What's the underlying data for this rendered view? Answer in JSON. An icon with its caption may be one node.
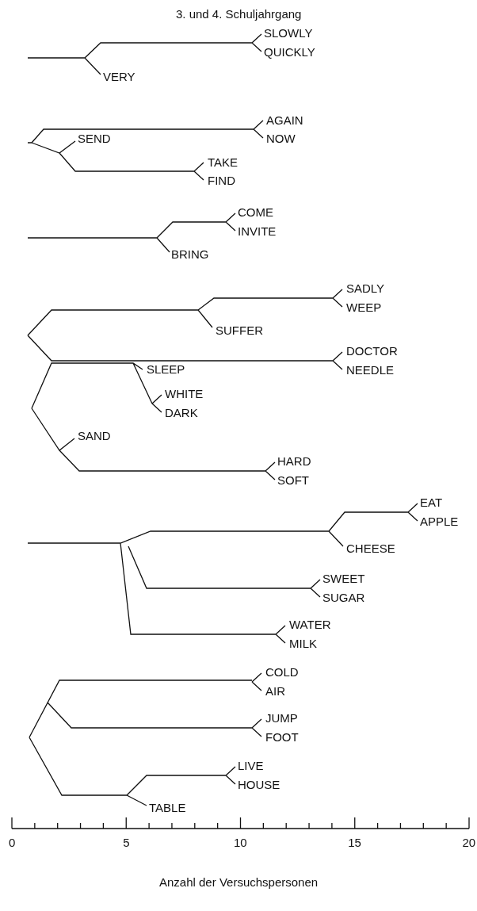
{
  "diagram": {
    "title": "3. und 4. Schuljahrgang",
    "labels": [
      "SLOWLY",
      "QUICKLY",
      "VERY",
      "AGAIN",
      "SEND",
      "NOW",
      "TAKE",
      "FIND",
      "COME",
      "INVITE",
      "BRING",
      "SADLY",
      "WEEP",
      "SUFFER",
      "DOCTOR",
      "SLEEP",
      "NEEDLE",
      "WHITE",
      "DARK",
      "SAND",
      "HARD",
      "SOFT",
      "EAT",
      "APPLE",
      "CHEESE",
      "SWEET",
      "SUGAR",
      "WATER",
      "MILK",
      "COLD",
      "AIR",
      "JUMP",
      "FOOT",
      "LIVE",
      "HOUSE",
      "TABLE",
      "0",
      "5",
      "10",
      "15",
      "20",
      "Anzahl der Versuchspersonen"
    ]
  }
}
